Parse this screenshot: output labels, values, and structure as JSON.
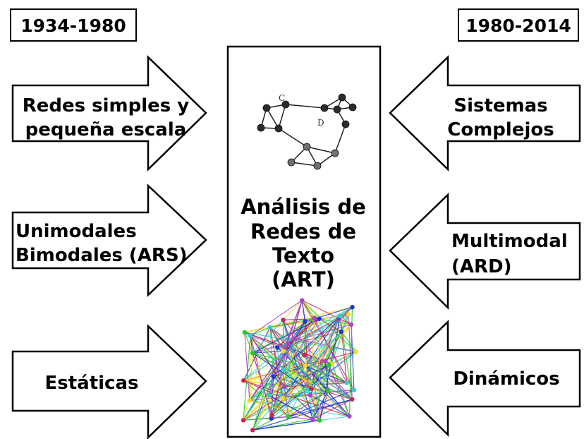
{
  "header": {
    "left_period": "1934-1980",
    "right_period": "1980-2014"
  },
  "center": {
    "lines": [
      "Análisis de",
      "Redes de",
      "Texto",
      "(ART)"
    ],
    "small_network_labels": [
      "C",
      "D"
    ]
  },
  "left_arrows": [
    {
      "lines": [
        "Redes simples y",
        "pequeña escala"
      ]
    },
    {
      "lines": [
        "Unimodales",
        "Bimodales (ARS)"
      ]
    },
    {
      "lines": [
        "Estáticas"
      ]
    }
  ],
  "right_arrows": [
    {
      "lines": [
        "Sistemas",
        "Complejos"
      ]
    },
    {
      "lines": [
        "Multimodal",
        "(ARD)"
      ]
    },
    {
      "lines": [
        "Dinámicos"
      ]
    }
  ],
  "colors": {
    "stroke": "#000000",
    "fill": "#ffffff",
    "network_node_dark": "#2b2b2b",
    "network_node_gray": "#707070",
    "complex_net_palette": [
      "#22cc22",
      "#cc2255",
      "#2233cc",
      "#33cccc",
      "#eedd22",
      "#aa44cc"
    ]
  }
}
